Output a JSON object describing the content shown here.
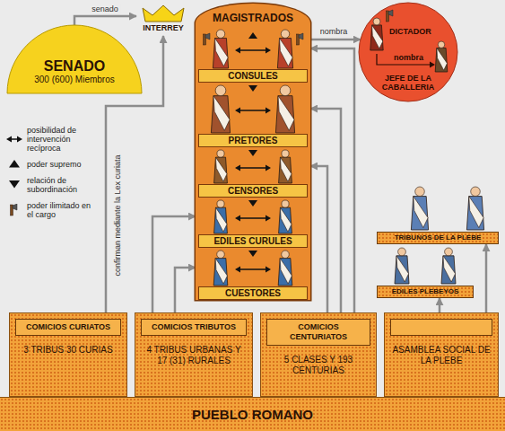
{
  "diagram": {
    "nodes": [
      {
        "text": [
          "SENADO",
          "300 (600) Miembros"
        ]
      },
      {
        "text": [
          "INTERREY"
        ]
      },
      {
        "text": [
          "MAGISTRADOS"
        ]
      },
      {
        "text": [
          "CONSULES"
        ],
        "in": 2
      },
      {
        "text": [
          "PRETORES"
        ],
        "in": 2
      },
      {
        "text": [
          "CENSORES"
        ],
        "in": 2
      },
      {
        "text": [
          "EDILES CURULES"
        ],
        "in": 2
      },
      {
        "text": [
          "CUESTORES"
        ],
        "in": 2
      },
      {
        "text": [
          "DICTADOR",
          "nombra",
          "JEFE DE LA CABALLERIA"
        ]
      },
      {
        "text": [
          "TRIBUNOS DE LA PLEBE"
        ]
      },
      {
        "text": [
          "EDILES PLEBEYOS"
        ]
      },
      {
        "text": [
          "COMICIOS CURIATOS",
          "3 TRIBUS 30 CURIAS"
        ]
      },
      {
        "text": [
          "COMICIOS TRIBUTOS",
          "4 TRIBUS URBANAS Y 17 (31) RURALES"
        ]
      },
      {
        "text": [
          "COMICIOS CENTURIATOS",
          "5 CLASES Y 193 CENTURIAS"
        ]
      },
      {
        "text": [
          "ASAMBLEA SOCIAL DE LA PLEBE"
        ]
      },
      {
        "text": [
          "PUEBLO ROMANO"
        ]
      }
    ],
    "edges": [
      {
        "from": 0,
        "to": 1,
        "label": "senado",
        "arrow": "to"
      },
      {
        "from": 2,
        "to": 8,
        "label": "nombra",
        "arrow": "to"
      },
      {
        "from": 11,
        "to": 1,
        "label": "confirman mediante la Lex curiata",
        "arrow": "to"
      },
      {
        "from": 12,
        "to": 6,
        "arrow": "to"
      },
      {
        "from": 12,
        "to": 7,
        "arrow": "to"
      },
      {
        "from": 13,
        "to": 3,
        "arrow": "to"
      },
      {
        "from": 13,
        "to": 4,
        "arrow": "to"
      },
      {
        "from": 13,
        "to": 5,
        "arrow": "to"
      },
      {
        "from": 14,
        "to": 10,
        "arrow": "to"
      },
      {
        "from": 14,
        "to": 9,
        "arrow": "to"
      }
    ],
    "legend": [
      {
        "text": "posibilidad de intervención recíproca"
      },
      {
        "text": "poder supremo"
      },
      {
        "text": "relación de subordinación"
      },
      {
        "text": "poder ilimitado en el cargo"
      }
    ]
  }
}
